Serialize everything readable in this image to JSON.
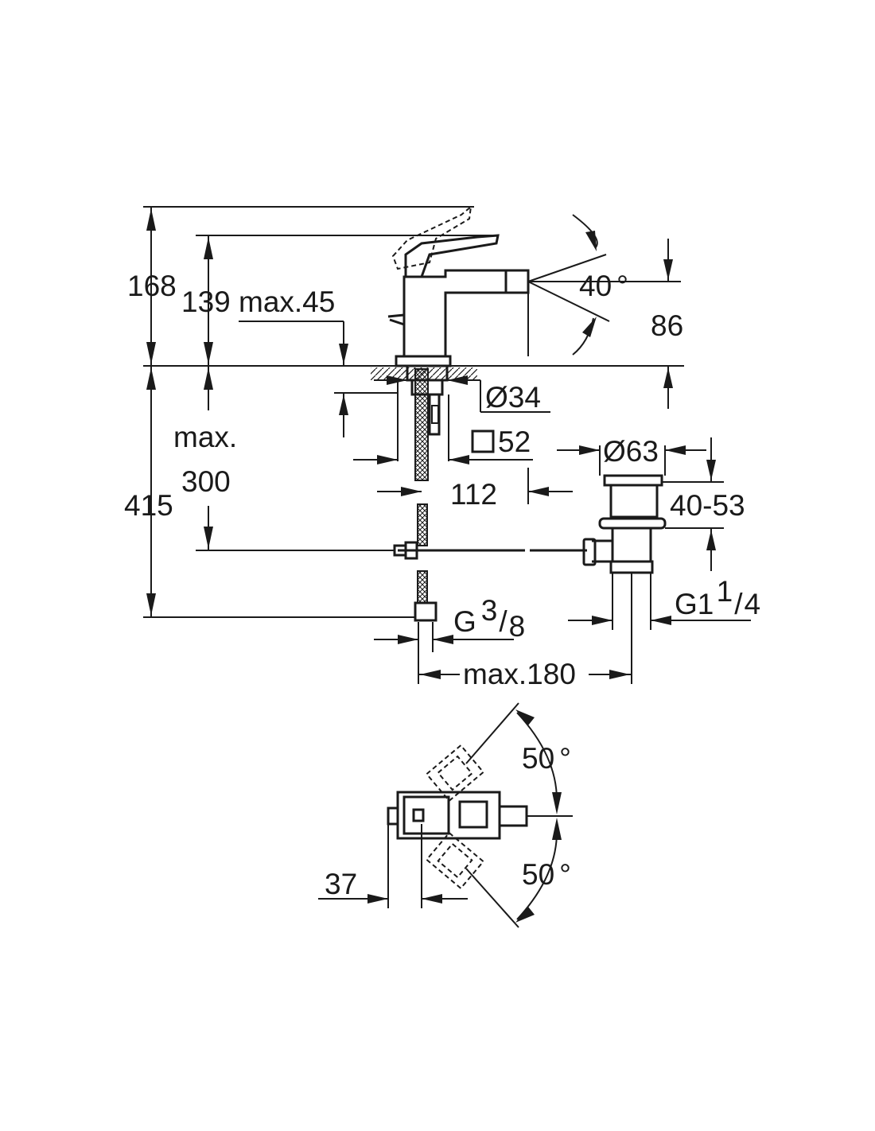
{
  "labels": {
    "h168": "168",
    "h139": "139",
    "max45": "max.45",
    "angle40": "40",
    "h86": "86",
    "dia34": "Ø34",
    "sq52": "52",
    "max": "max.",
    "h300": "300",
    "h415": "415",
    "d112": "112",
    "dia63": "Ø63",
    "r4053": "40-53",
    "g114_main": "G1",
    "g114_num": "1",
    "g114_den": "4",
    "g38_main": "G",
    "g38_num": "3",
    "g38_den": "8",
    "max180": "max.180",
    "angle50_top": "50",
    "angle50_bottom": "50",
    "d37": "37",
    "degree": "°",
    "slash": "/"
  }
}
